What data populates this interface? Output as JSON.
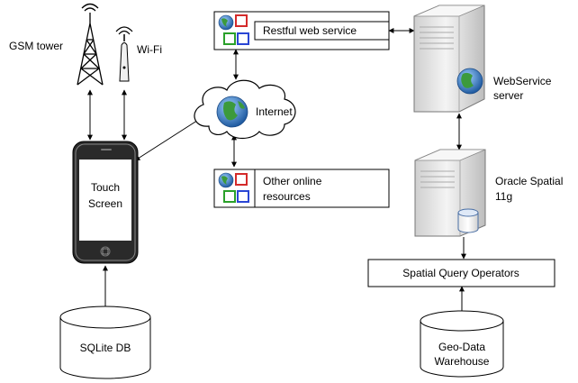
{
  "nodes": {
    "gsm_tower": {
      "label": "GSM tower"
    },
    "wifi": {
      "label": "Wi-Fi"
    },
    "internet": {
      "label": "Internet"
    },
    "restful": {
      "label": "Restful web service"
    },
    "other_online": {
      "line1": "Other online",
      "line2": "resources"
    },
    "webservice_server": {
      "line1": "WebService",
      "line2": "server"
    },
    "phone": {
      "line1": "Touch",
      "line2": "Screen"
    },
    "oracle": {
      "line1": "Oracle Spatial",
      "line2": "11g"
    },
    "spatial_query": {
      "label": "Spatial Query Operators"
    },
    "sqlite": {
      "label": "SQLite DB"
    },
    "geodata": {
      "line1": "Geo-Data",
      "line2": "Warehouse"
    }
  },
  "colors": {
    "screen_bg": "#ffffff",
    "phone_body": "#2a2a2a",
    "server_body": "#e8e8e8",
    "globe_blue": "#2f6fb7",
    "globe_green": "#3c9a3c",
    "red_square": "#d42a2a",
    "green_square": "#2aa02a",
    "blue_square": "#2a46d4"
  },
  "icons": [
    "gsm-tower-icon",
    "wifi-router-icon",
    "cloud-icon",
    "globe-icon",
    "server-icon",
    "database-icon",
    "smartphone-icon",
    "web-resource-icon"
  ]
}
